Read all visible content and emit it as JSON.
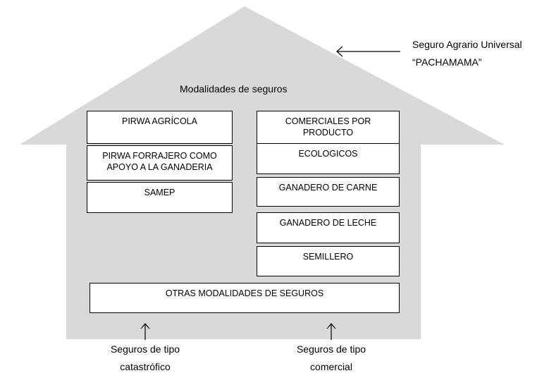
{
  "title": "Modalidades de seguros",
  "program_label": {
    "line1": "Seguro Agrario Universal",
    "line2": "“PACHAMAMA”"
  },
  "left_column": [
    {
      "lines": [
        "PIRWA AGRÍCOLA"
      ]
    },
    {
      "lines": [
        "PIRWA FORRAJERO COMO",
        "APOYO A LA GANADERIA"
      ]
    },
    {
      "lines": [
        "SAMEP"
      ]
    }
  ],
  "right_column": [
    {
      "lines": [
        "COMERCIALES POR",
        "PRODUCTO"
      ]
    },
    {
      "lines": [
        "ECOLOGICOS"
      ]
    },
    {
      "lines": [
        "GANADERO DE CARNE"
      ]
    },
    {
      "lines": [
        "GANADERO DE LECHE"
      ]
    },
    {
      "lines": [
        "SEMILLERO"
      ]
    }
  ],
  "bottom_box": {
    "label": "OTRAS MODALIDADES DE SEGUROS"
  },
  "footer_labels": {
    "catastrophic": {
      "line1": "Seguros de tipo",
      "line2": "catastrófico"
    },
    "commercial": {
      "line1": "Seguros de tipo",
      "line2": "comercial"
    }
  },
  "colors": {
    "house_fill": "#d9d9d9",
    "box_fill": "#ffffff",
    "stroke": "#000000"
  }
}
